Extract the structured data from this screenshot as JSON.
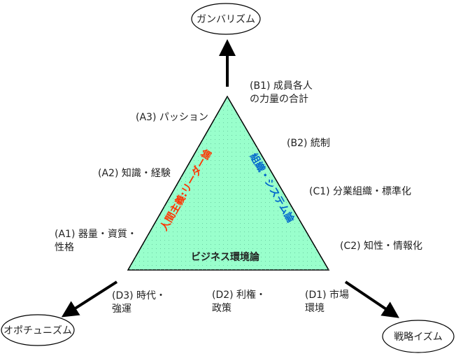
{
  "nodes": {
    "top": "ガンバリズム",
    "left": "オポチュニズム",
    "right": "戦略イズム"
  },
  "sides": {
    "left": "人間主義:リーダー論",
    "right": "組織・システム論",
    "bottom": "ビジネス環境論"
  },
  "factors": {
    "b1": [
      "(B1) 成員各人",
      "の力量の合計"
    ],
    "b2": "(B2) 統制",
    "a3": "(A3) パッション",
    "a2": "(A2) 知識・経験",
    "a1": [
      "(A1) 器量・資質・",
      "性格"
    ],
    "c1": "(C1) 分業組織・標準化",
    "c2": "(C2) 知性・情報化",
    "d3": [
      "(D3) 時代・",
      "強運"
    ],
    "d2": [
      "(D2) 利権・",
      "政策"
    ],
    "d1": [
      "(D1) 市場",
      "環境"
    ]
  },
  "colors": {
    "triangle_fill": "#99ffcc",
    "left_side_text": "#ff3300",
    "right_side_text": "#0066cc"
  }
}
